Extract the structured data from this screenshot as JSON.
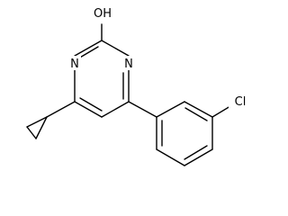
{
  "labels": {
    "oh": "OH",
    "n1": "N",
    "n2": "N",
    "cl": "Cl"
  },
  "colors": {
    "bond": "#000000",
    "text": "#000000",
    "background": "#ffffff"
  }
}
